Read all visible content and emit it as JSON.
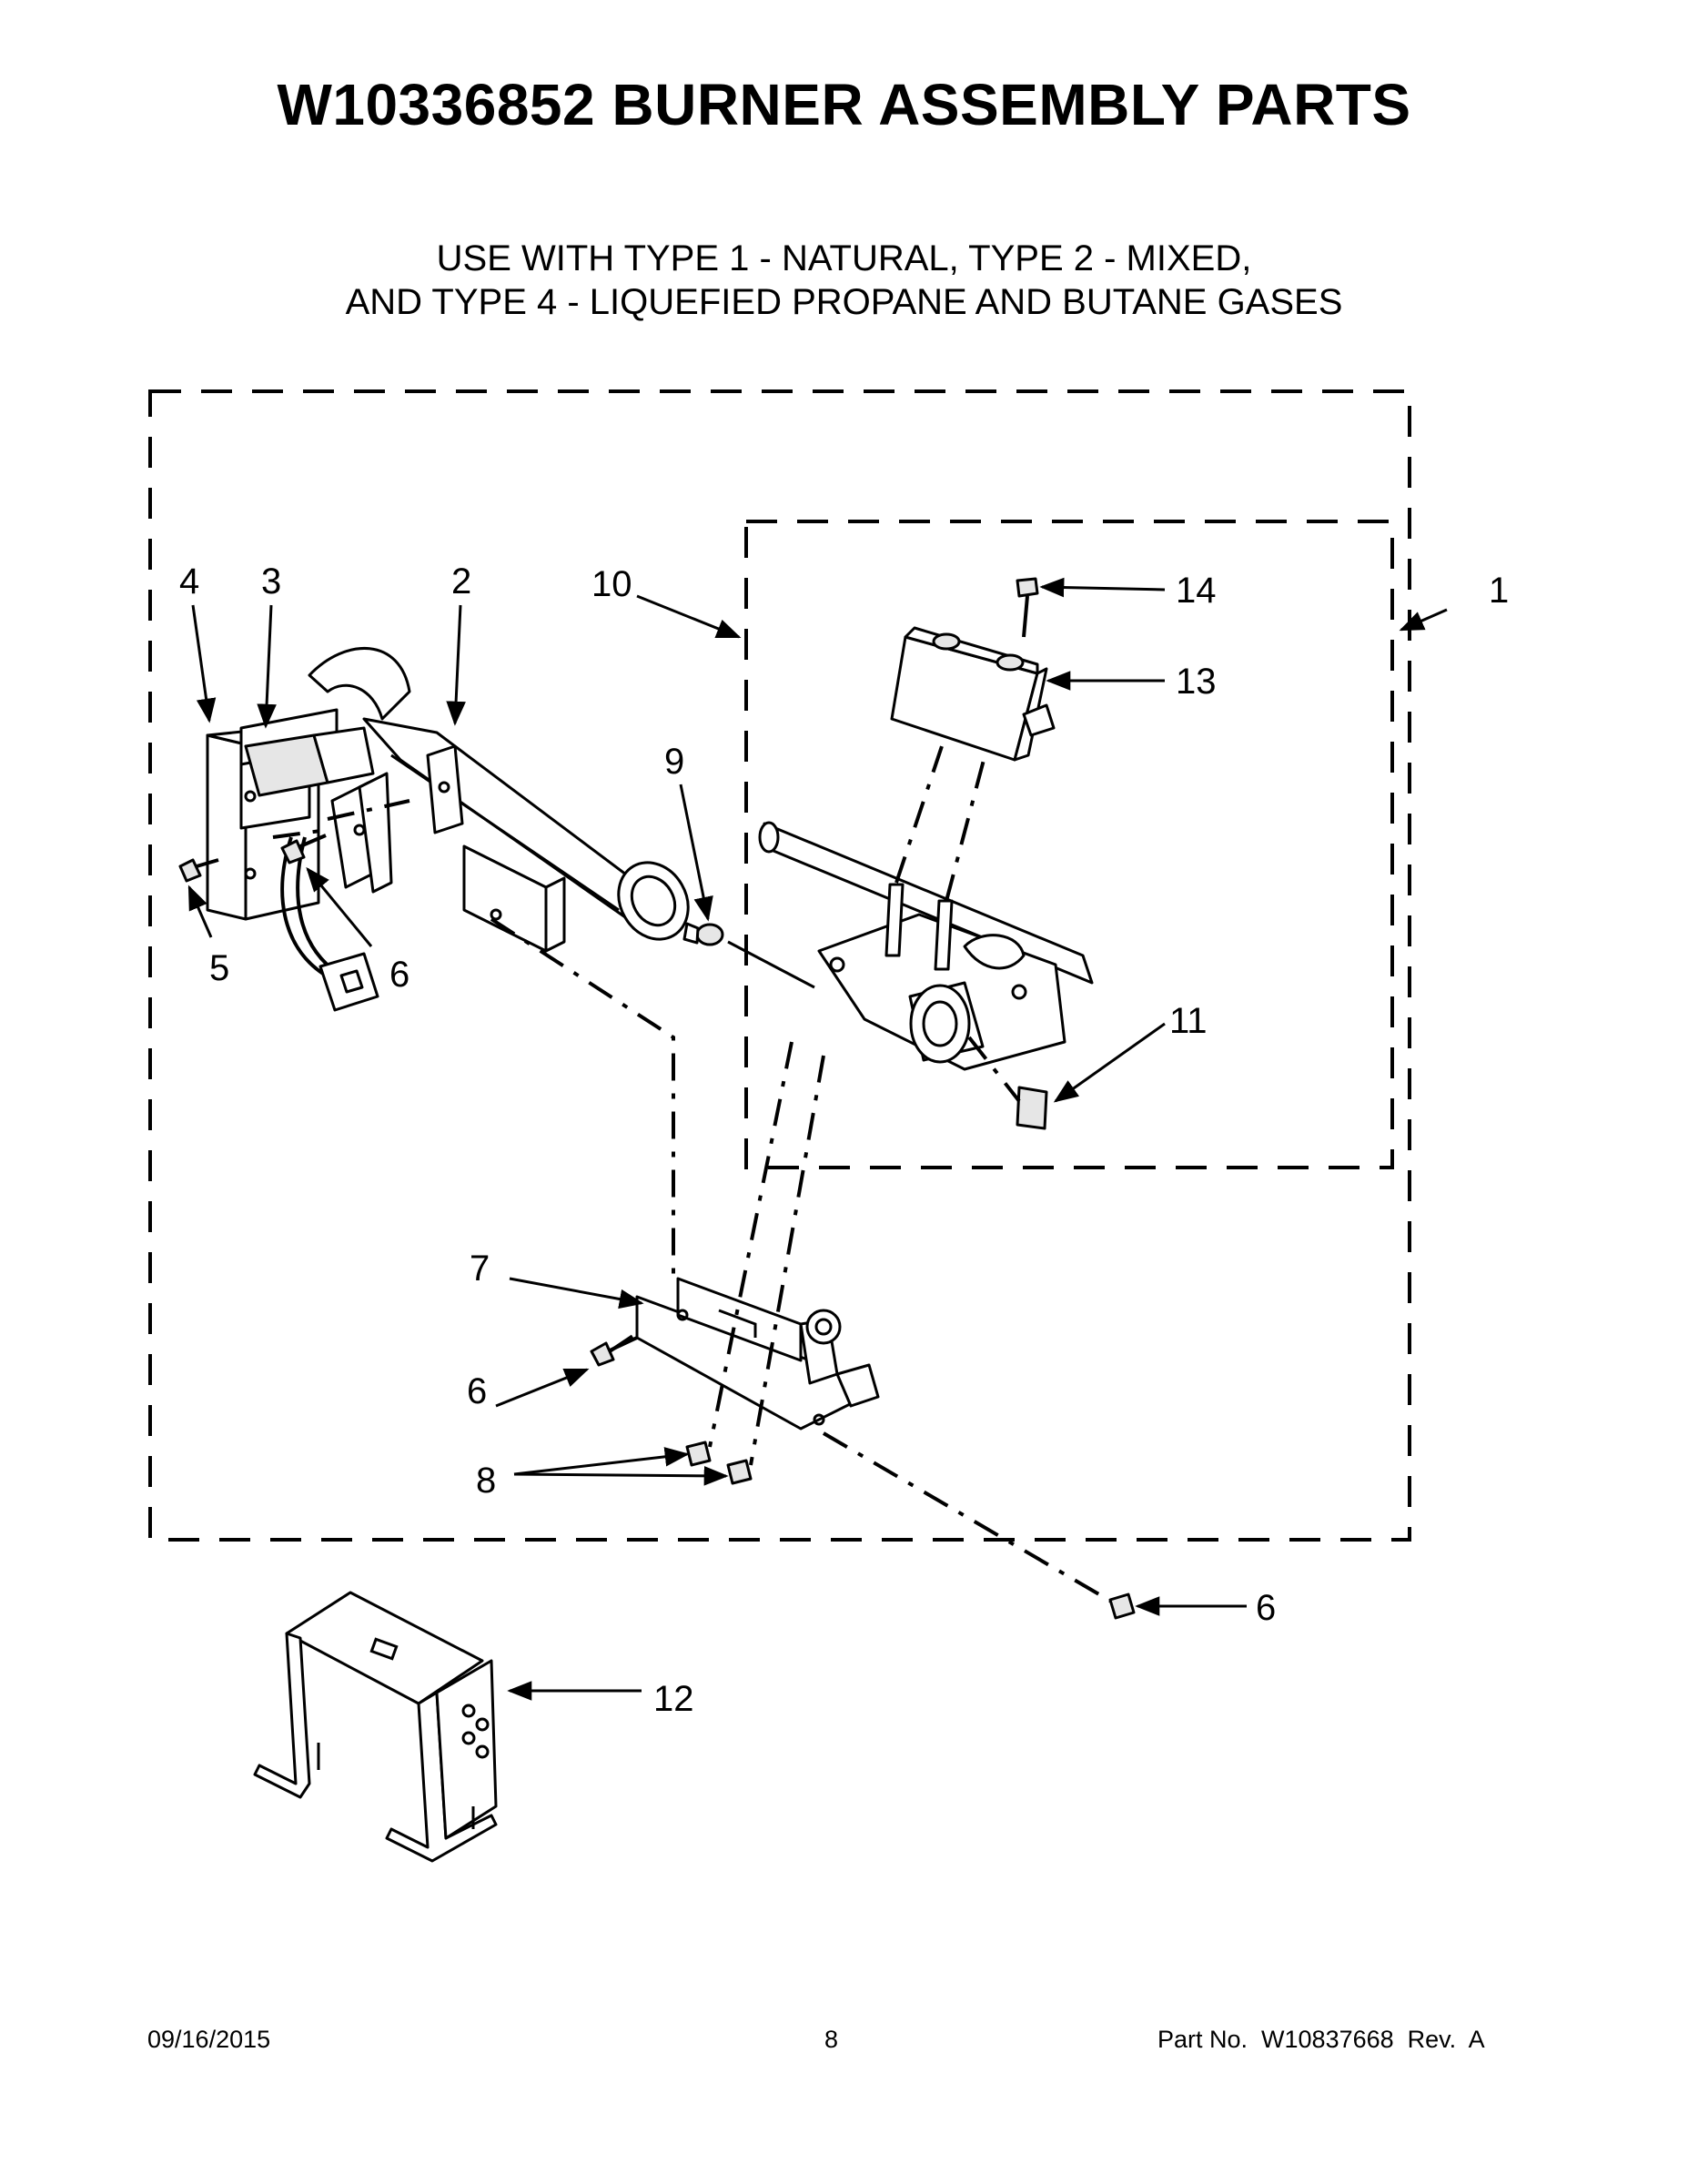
{
  "header": {
    "title": "W10336852 BURNER ASSEMBLY PARTS",
    "subtitle_line1": "USE WITH TYPE 1 - NATURAL, TYPE 2 - MIXED,",
    "subtitle_line2": "AND TYPE 4 - LIQUEFIED PROPANE AND BUTANE GASES"
  },
  "callouts": {
    "c1": "1",
    "c2": "2",
    "c3": "3",
    "c4": "4",
    "c5": "5",
    "c6a": "6",
    "c6b": "6",
    "c6c": "6",
    "c7": "7",
    "c8": "8",
    "c9": "9",
    "c10": "10",
    "c11": "11",
    "c12": "12",
    "c13": "13",
    "c14": "14"
  },
  "footer": {
    "date": "09/16/2015",
    "page": "8",
    "part_no": "Part No.  W10837668  Rev.  A"
  }
}
